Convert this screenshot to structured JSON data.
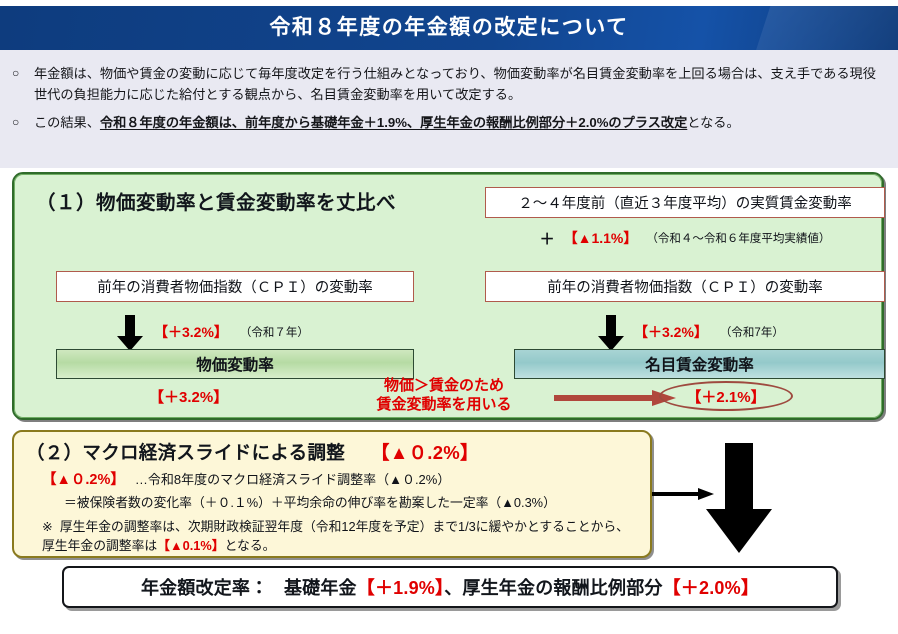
{
  "banner": {
    "title": "令和８年度の年金額の改定について",
    "bg_color": "#11458f",
    "text_color": "#ffffff"
  },
  "intro": {
    "bullet_mark": "○",
    "bullets": [
      {
        "id": "bullet-1",
        "text": "年金額は、物価や賃金の変動に応じて毎年度改定を行う仕組みとなっており、物価変動率が名目賃金変動率を上回る場合は、支え手である現役世代の負担能力に応じた給付とする観点から、名目賃金変動率を用いて改定する。"
      },
      {
        "id": "bullet-2",
        "lead": "この結果、",
        "emphasis": "令和８年度の年金額は、前年度から基礎年金＋1.9%、厚生年金の報酬比例部分＋2.0%のプラス改定",
        "tail": "となる。"
      }
    ]
  },
  "section1": {
    "title": "（１）物価変動率と賃金変動率を丈比べ",
    "bg_color": "#d9f2d2",
    "border_color": "#2f6b2a",
    "left": {
      "cpi_box": "前年の消費者物価指数（ＣＰＩ）の変動率",
      "arrow_value": "【＋3.2%】",
      "arrow_note": "（令和７年）",
      "bar_label": "物価変動率",
      "bar_color": "#b6dba4",
      "result_value": "【＋3.2%】"
    },
    "right": {
      "real_wage_box": "２～４年度前（直近３年度平均）の実質賃金変動率",
      "plus_sign": "＋",
      "plus_value": "【▲1.1%】",
      "plus_note": "（令和４～令和６年度平均実績値）",
      "cpi_box": "前年の消費者物価指数（ＣＰＩ）の変動率",
      "arrow_value": "【＋3.2%】",
      "arrow_note": "（令和7年）",
      "bar_label": "名目賃金変動率",
      "bar_color": "#94c9ca",
      "result_value": "【＋2.1%】"
    },
    "comparison_note_line1": "物価＞賃金のため",
    "comparison_note_line2": "賃金変動率を用いる"
  },
  "section2": {
    "title": "（２）マクロ経済スライドによる調整",
    "title_value": "【▲０.2%】",
    "bg_color": "#fdf7d8",
    "border_color": "#8a7a1e",
    "line1_value": "【▲０.2%】",
    "line1_text": "…令和8年度のマクロ経済スライド調整率（▲０.2%）",
    "line2_text": "＝被保険者数の変化率（＋０.１%）＋平均余命の伸び率を勘案した一定率（▲0.3%）",
    "line3_mark": "※",
    "line3_part1": "厚生年金の調整率は、次期財政検証翌年度（令和12年度を予定）まで1/3に緩やかとすることから、厚生年金の調整率は",
    "line3_value": "【▲0.1%】",
    "line3_part2": "となる。"
  },
  "result": {
    "label": "年金額改定率：",
    "basic_label": "基礎年金",
    "basic_value": "【＋1.9%】",
    "separator": "、",
    "proportional_label": "厚生年金の報酬比例部分",
    "proportional_value": "【＋2.0%】",
    "value_color": "#e00000"
  }
}
